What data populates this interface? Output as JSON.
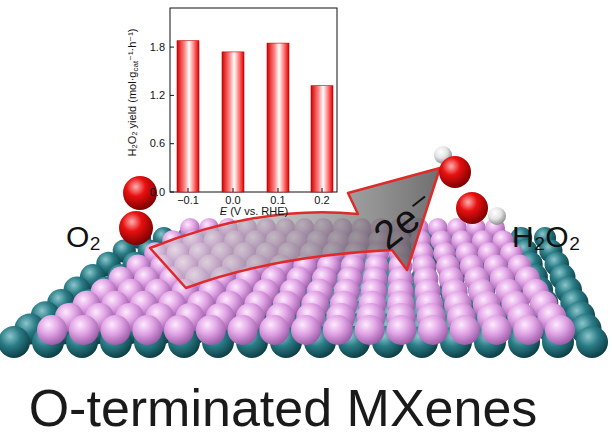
{
  "diagram": {
    "caption": "O-terminated MXenes",
    "labels": [
      "O₂",
      "H₂O₂",
      "2e⁻",
      "H₂O₂ yield (mol·g",
      "cat",
      "⁻¹·h⁻¹)",
      "E",
      "(V vs. RHE)",
      "0.0",
      "0.6",
      "1.2",
      "1.8",
      "−0.1",
      "0.0",
      "0.1",
      "0.2"
    ]
  }
}
